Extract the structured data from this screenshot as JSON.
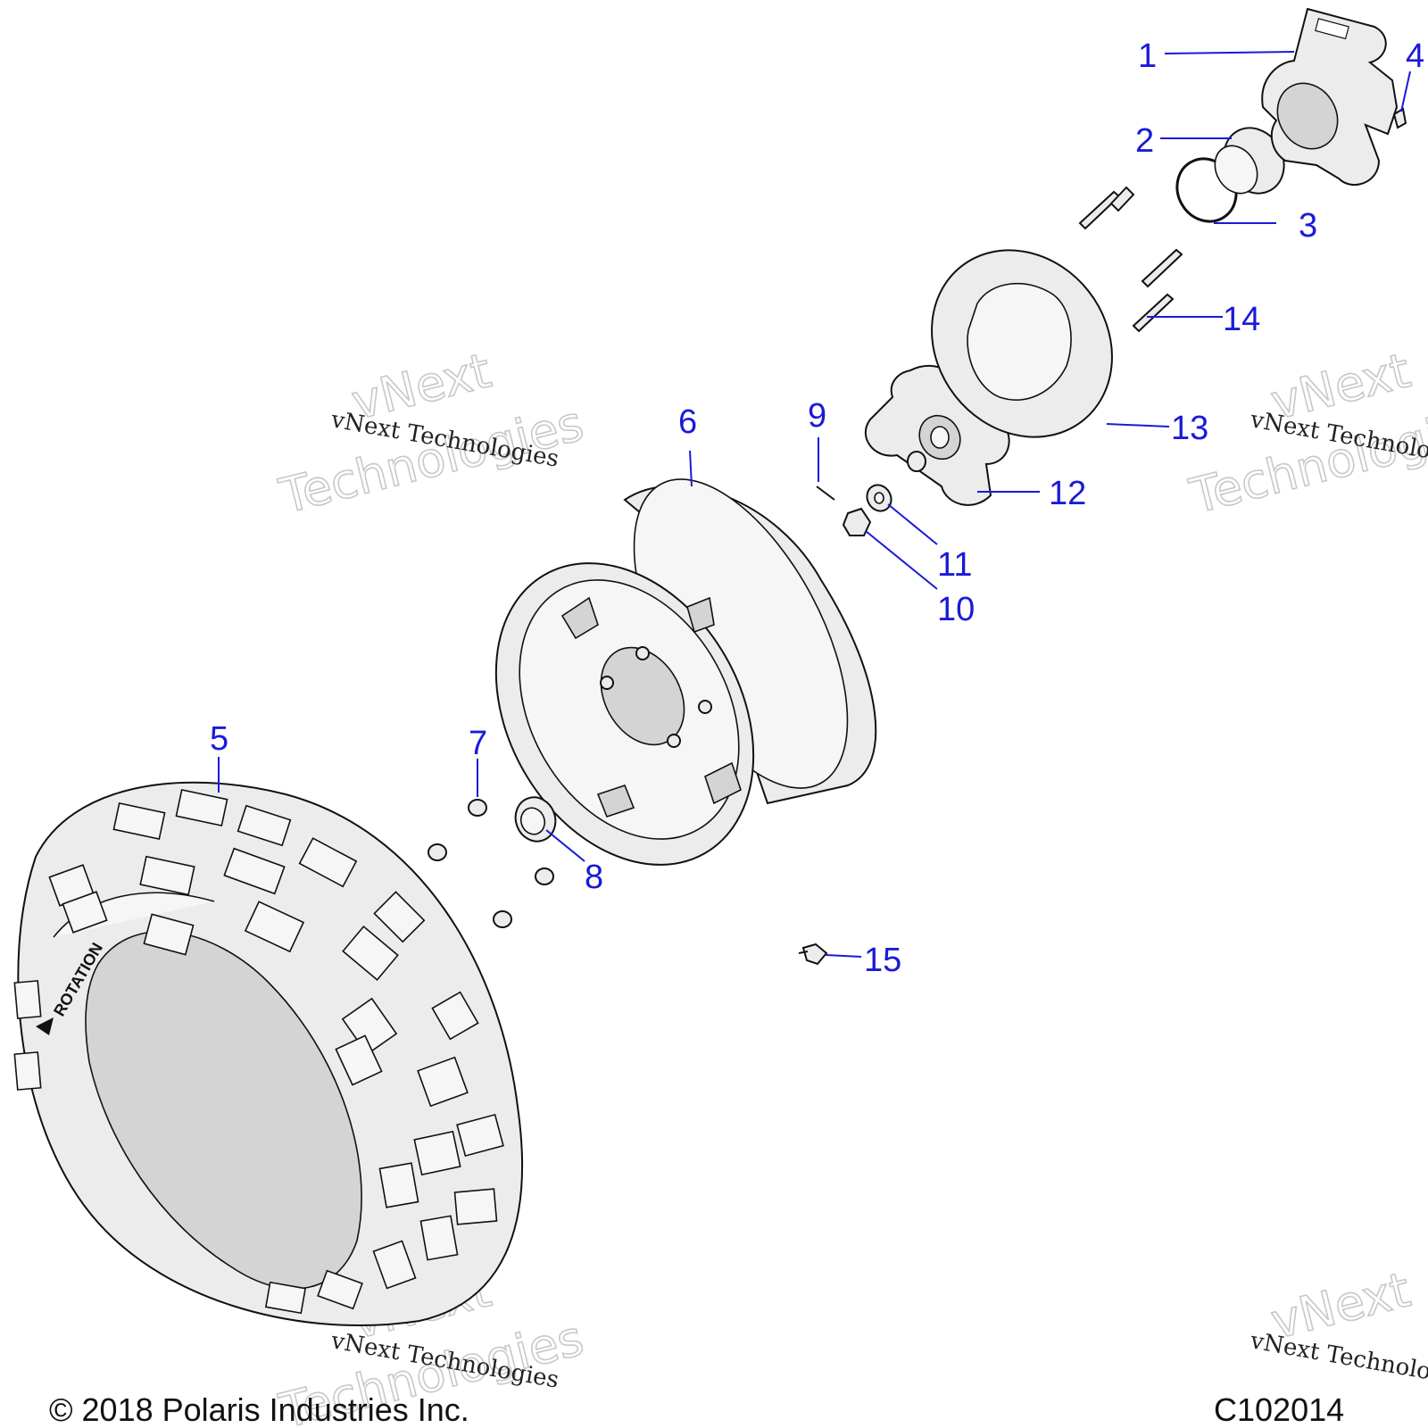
{
  "callouts": [
    {
      "id": "1",
      "label": "1"
    },
    {
      "id": "2",
      "label": "2"
    },
    {
      "id": "3",
      "label": "3"
    },
    {
      "id": "4",
      "label": "4"
    },
    {
      "id": "5",
      "label": "5"
    },
    {
      "id": "6",
      "label": "6"
    },
    {
      "id": "7",
      "label": "7"
    },
    {
      "id": "8",
      "label": "8"
    },
    {
      "id": "9",
      "label": "9"
    },
    {
      "id": "10",
      "label": "10"
    },
    {
      "id": "11",
      "label": "11"
    },
    {
      "id": "12",
      "label": "12"
    },
    {
      "id": "13",
      "label": "13"
    },
    {
      "id": "14",
      "label": "14"
    },
    {
      "id": "15",
      "label": "15"
    }
  ],
  "watermark": {
    "line": "vNext Technologies",
    "word1": "vNext",
    "word2": "Technologies"
  },
  "tire_text": "ROTATION",
  "footer": {
    "copyright": "© 2018 Polaris Industries Inc.",
    "figure_id": "C102014"
  },
  "colors": {
    "callout": "#1a1ad9",
    "line_art": "#111111",
    "watermark": "#c8c8c8"
  }
}
